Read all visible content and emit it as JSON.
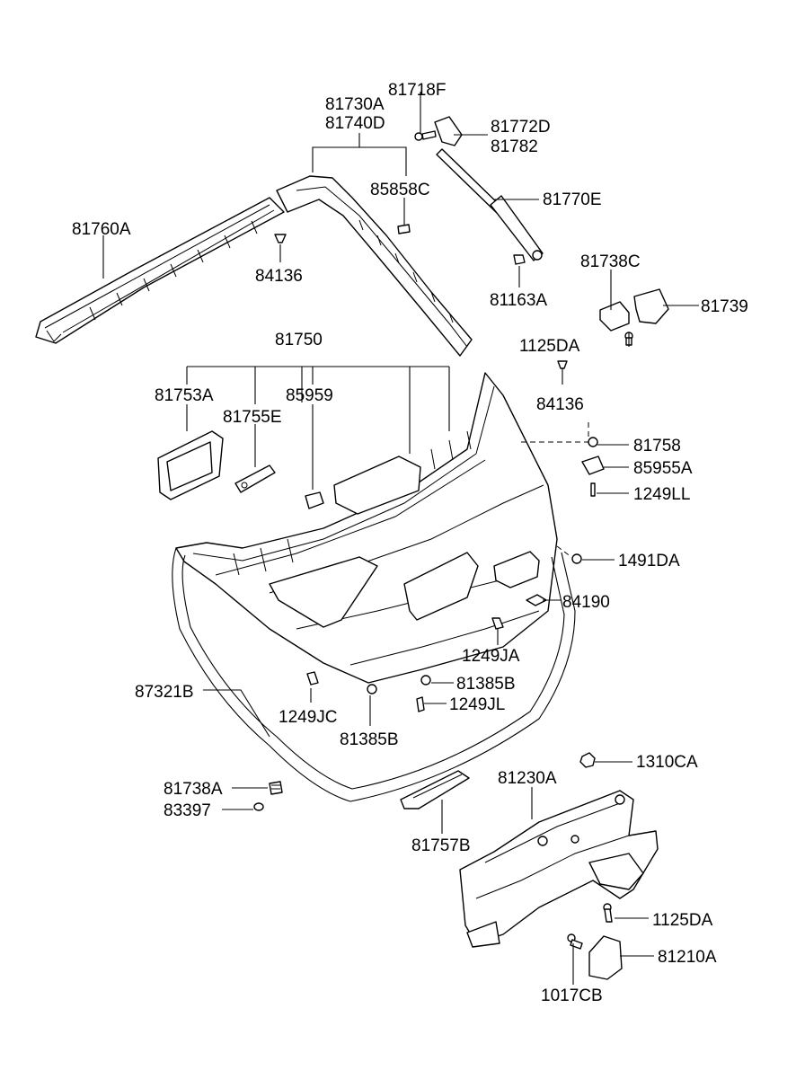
{
  "labels": {
    "p81730A": "81730A",
    "p81740D": "81740D",
    "p81718F": "81718F",
    "p81772D": "81772D",
    "p81782": "81782",
    "p85858C": "85858C",
    "p81770E": "81770E",
    "p81760A": "81760A",
    "p84136a": "84136",
    "p81163A": "81163A",
    "p81738C": "81738C",
    "p81739": "81739",
    "p1125DAa": "1125DA",
    "p81750": "81750",
    "p84136b": "84136",
    "p81753A": "81753A",
    "p85959": "85959",
    "p81755E": "81755E",
    "p81758": "81758",
    "p85955A": "85955A",
    "p1249LL": "1249LL",
    "p1491DA": "1491DA",
    "p84190": "84190",
    "p1249JA": "1249JA",
    "p87321B": "87321B",
    "p81385Ba": "81385B",
    "p1249JL": "1249JL",
    "p1249JC": "1249JC",
    "p81385Bb": "81385B",
    "p1310CA": "1310CA",
    "p81230A": "81230A",
    "p81738A": "81738A",
    "p83397": "83397",
    "p81757B": "81757B",
    "p1125DAb": "1125DA",
    "p81210A": "81210A",
    "p1017CB": "1017CB"
  }
}
